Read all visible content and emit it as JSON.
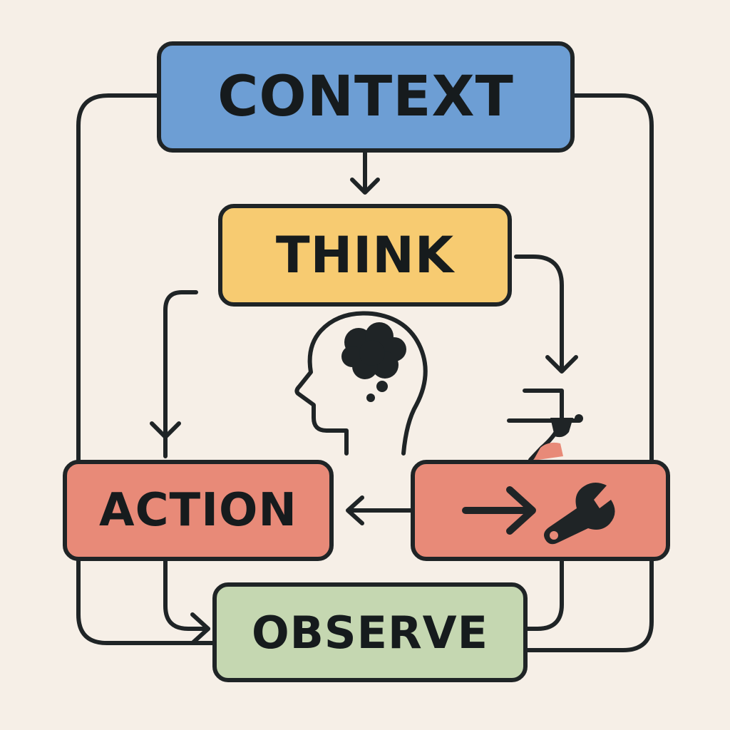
{
  "diagram": {
    "nodes": {
      "context": {
        "label": "CONTEXT",
        "color": "#6d9ed4"
      },
      "think": {
        "label": "THINK",
        "color": "#f7cb71"
      },
      "action": {
        "label": "ACTION",
        "color": "#e88a78"
      },
      "tool": {
        "label": "",
        "color": "#e88a78",
        "icons": [
          "arrow-right-icon",
          "wrench-icon"
        ]
      },
      "observe": {
        "label": "OBSERVE",
        "color": "#c5d7b1"
      }
    },
    "connections": [
      {
        "from": "context",
        "to": "think"
      },
      {
        "from": "think",
        "to": "action"
      },
      {
        "from": "think",
        "to": "tool"
      },
      {
        "from": "tool",
        "to": "action"
      },
      {
        "from": "action",
        "to": "observe"
      },
      {
        "from": "observe",
        "to": "context"
      }
    ],
    "illustrations": [
      "head-thought-icon",
      "tool-plug-icon"
    ],
    "stroke_color": "#1f2426",
    "background_color": "#f6efe7"
  }
}
